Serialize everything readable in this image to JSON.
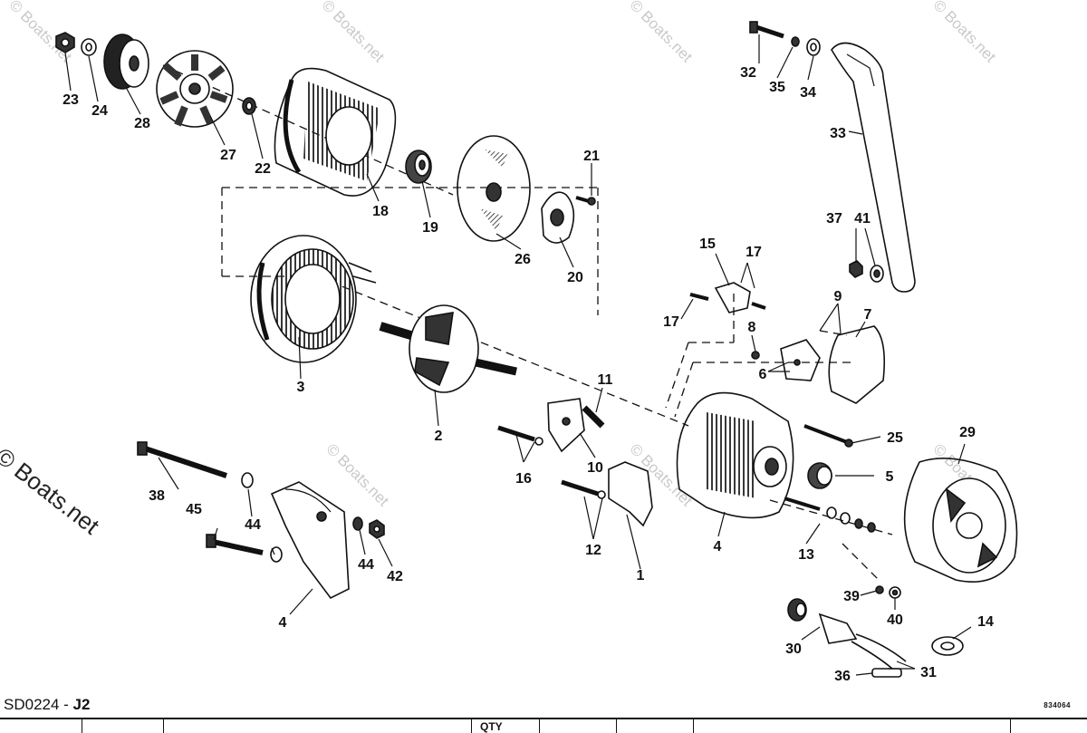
{
  "diagram_code": "SD0224 - ",
  "diagram_variant": "J2",
  "reference_number": "834064",
  "watermark": "© Boats.net",
  "table_header": {
    "qty": "QTY"
  },
  "callouts": [
    {
      "id": "c23",
      "label": "23"
    },
    {
      "id": "c24",
      "label": "24"
    },
    {
      "id": "c28",
      "label": "28"
    },
    {
      "id": "c27",
      "label": "27"
    },
    {
      "id": "c22",
      "label": "22"
    },
    {
      "id": "c18",
      "label": "18"
    },
    {
      "id": "c19",
      "label": "19"
    },
    {
      "id": "c26",
      "label": "26"
    },
    {
      "id": "c20",
      "label": "20"
    },
    {
      "id": "c21",
      "label": "21"
    },
    {
      "id": "c32",
      "label": "32"
    },
    {
      "id": "c35",
      "label": "35"
    },
    {
      "id": "c34",
      "label": "34"
    },
    {
      "id": "c33",
      "label": "33"
    },
    {
      "id": "c37",
      "label": "37"
    },
    {
      "id": "c41",
      "label": "41"
    },
    {
      "id": "c15",
      "label": "15"
    },
    {
      "id": "c17a",
      "label": "17"
    },
    {
      "id": "c17b",
      "label": "17"
    },
    {
      "id": "c9",
      "label": "9"
    },
    {
      "id": "c7",
      "label": "7"
    },
    {
      "id": "c8",
      "label": "8"
    },
    {
      "id": "c6",
      "label": "6"
    },
    {
      "id": "c3",
      "label": "3"
    },
    {
      "id": "c2",
      "label": "2"
    },
    {
      "id": "c11",
      "label": "11"
    },
    {
      "id": "c10",
      "label": "10"
    },
    {
      "id": "c16",
      "label": "16"
    },
    {
      "id": "c12",
      "label": "12"
    },
    {
      "id": "c1",
      "label": "1"
    },
    {
      "id": "c4a",
      "label": "4"
    },
    {
      "id": "c25",
      "label": "25"
    },
    {
      "id": "c5",
      "label": "5"
    },
    {
      "id": "c29",
      "label": "29"
    },
    {
      "id": "c13",
      "label": "13"
    },
    {
      "id": "c39",
      "label": "39"
    },
    {
      "id": "c40",
      "label": "40"
    },
    {
      "id": "c14",
      "label": "14"
    },
    {
      "id": "c30",
      "label": "30"
    },
    {
      "id": "c31",
      "label": "31"
    },
    {
      "id": "c36",
      "label": "36"
    },
    {
      "id": "c38",
      "label": "38"
    },
    {
      "id": "c45",
      "label": "45"
    },
    {
      "id": "c44a",
      "label": "44"
    },
    {
      "id": "c44b",
      "label": "44"
    },
    {
      "id": "c42",
      "label": "42"
    },
    {
      "id": "c4b",
      "label": "4"
    }
  ]
}
